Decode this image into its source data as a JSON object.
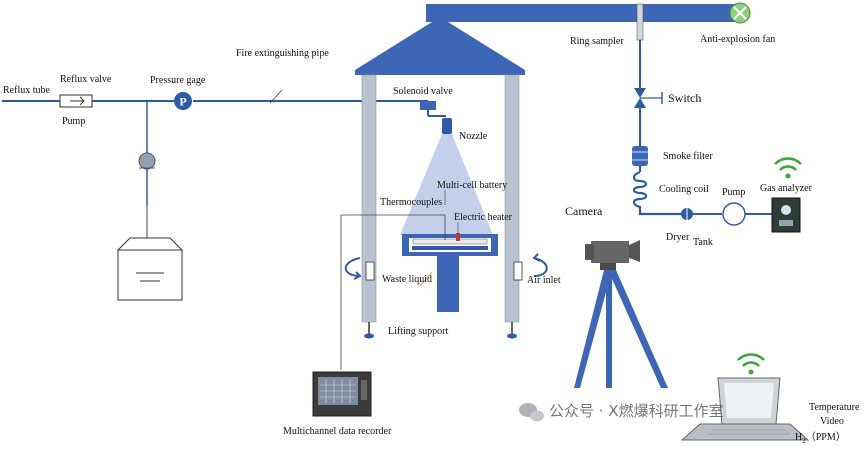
{
  "labels": {
    "reflux_tube": "Reflux tube",
    "reflux_valve": "Reflux valve",
    "pump_left": "Pump",
    "pressure_gage": "Pressure gage",
    "pressure_symbol": "P",
    "fire_pipe": "Fire extinguishing pipe",
    "solenoid_valve": "Solenoid valve",
    "nozzle": "Nozzle",
    "multicell_battery": "Multi-cell battery",
    "thermocouples": "Thermocouples",
    "electric_heater": "Electric heater",
    "waste_liquid": "Waste liquid",
    "air_inlet": "Air inlet",
    "lifting_support": "Lifting support",
    "data_recorder": "Multichannel data recorder",
    "ring_sampler": "Ring sampler",
    "anti_explosion_fan": "Anti-explosion fan",
    "switch": "Switch",
    "smoke_filter": "Smoke filter",
    "cooling_coil": "Cooling coil",
    "pump_right": "Pump",
    "gas_analyzer": "Gas analyzer",
    "dryer": "Dryer",
    "tank": "Tank",
    "camera": "Camera",
    "temperature": "Temperature",
    "video": "Video",
    "h2_prefix": "H",
    "h2_sub": "2",
    "h2_suffix": "（PPM）"
  },
  "watermark": "公众号 · X燃爆科研工作室",
  "colors": {
    "blue": "#3d66b7",
    "pipe": "#2f5aa8",
    "gray": "#b9c3cf",
    "spray": "#b9c7e8",
    "wifi": "#3aa635"
  }
}
